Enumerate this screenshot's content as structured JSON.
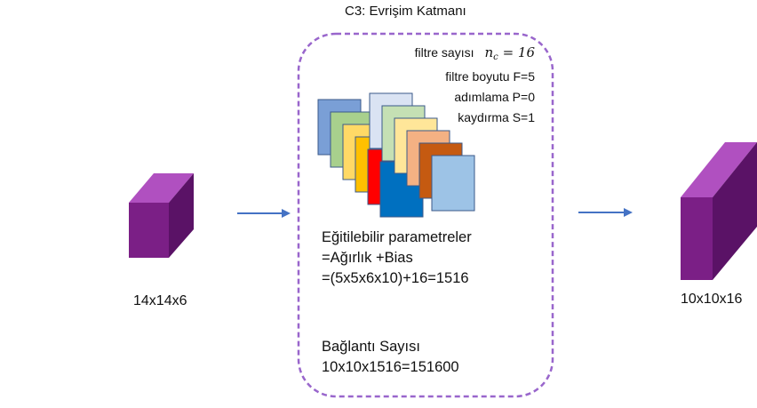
{
  "title": "C3: Evrişim Katmanı",
  "hyperparams": {
    "filter_count_label": "filtre sayısı",
    "filter_count_symbol": "n",
    "filter_count_subscript": "c",
    "filter_count_value": "= 16",
    "filter_size": "filtre boyutu F=5",
    "padding": "adımlama P=0",
    "stride": "kaydırma S=1"
  },
  "params": {
    "line1": "Eğitilebilir parametreler",
    "line2": "=Ağırlık +Bias",
    "line3": "=(5x5x6x10)+16=1516"
  },
  "connections": {
    "line1": "Bağlantı Sayısı",
    "line2": "10x10x1516=151600"
  },
  "input_label": "14x14x6",
  "output_label": "10x10x16",
  "colors": {
    "cube_front": "#7b1f86",
    "cube_top": "#b050c0",
    "cube_side": "#5a1266",
    "arrow": "#4472c4",
    "border": "#9966cc",
    "filters": [
      "#7a9fd6",
      "#a8d08d",
      "#ffd966",
      "#ffc000",
      "#ff0000",
      "#0070c0",
      "#dae3f3",
      "#c5e0b4",
      "#ffe699",
      "#f4b183",
      "#c55a11",
      "#9dc3e6"
    ]
  }
}
